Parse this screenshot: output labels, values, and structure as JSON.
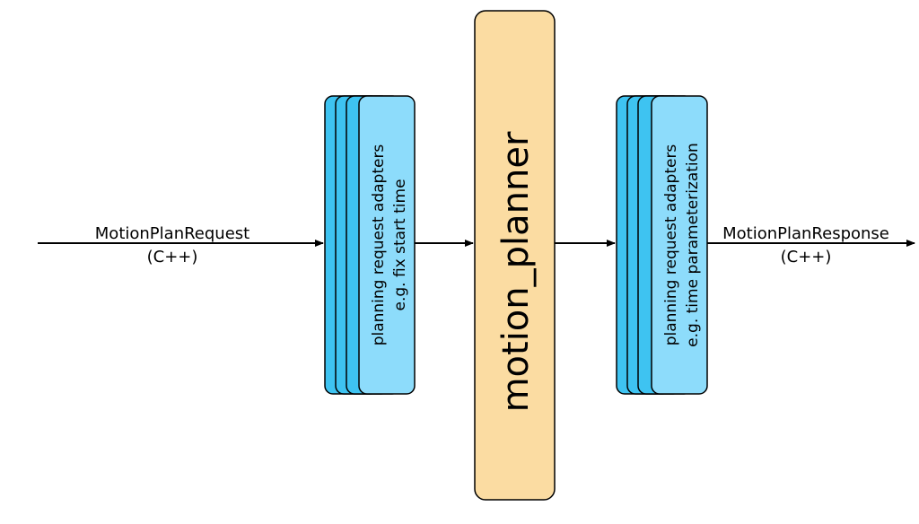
{
  "input": {
    "label": "MotionPlanRequest",
    "sublabel": "(C++)"
  },
  "pre_adapters": {
    "line1": "planning request adapters",
    "line2": "e.g. fix start time"
  },
  "planner": {
    "label": "motion_planner"
  },
  "post_adapters": {
    "line1": "planning request adapters",
    "line2": "e.g. time parameterization"
  },
  "output": {
    "label": "MotionPlanResponse",
    "sublabel": "(C++)"
  },
  "colors": {
    "adapter_fill": "#8ddcfb",
    "adapter_stack_fill": "#3ec3f1",
    "planner_fill": "#fbdca2",
    "stroke": "#000000"
  }
}
